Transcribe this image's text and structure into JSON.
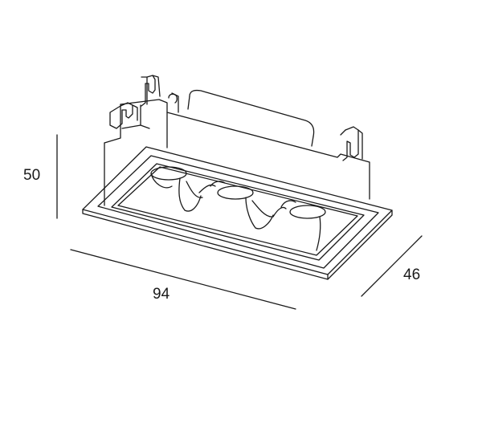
{
  "dimensions": {
    "height": "50",
    "width": "94",
    "depth": "46"
  },
  "colors": {
    "line": "#1a1a1a",
    "background": "#ffffff"
  }
}
